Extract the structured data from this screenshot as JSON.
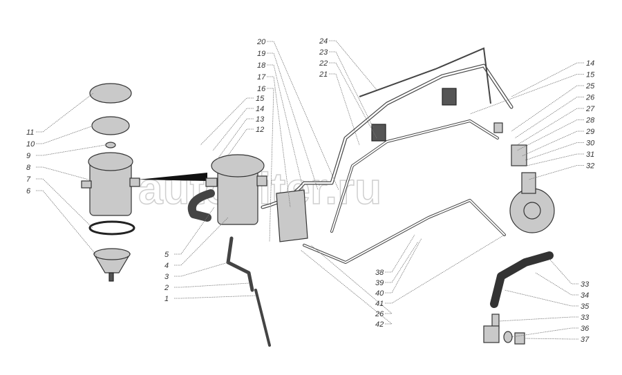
{
  "watermark": "autopiter.ru",
  "callouts": {
    "left": [
      "11",
      "10",
      "9",
      "8",
      "7",
      "6"
    ],
    "filter_top": [
      "15",
      "14",
      "13",
      "12"
    ],
    "filter_bottom": [
      "5",
      "4",
      "3",
      "2",
      "1"
    ],
    "upper_mid": [
      "20",
      "19",
      "18",
      "17",
      "16"
    ],
    "upper_right": [
      "24",
      "23",
      "22",
      "21"
    ],
    "right": [
      "14",
      "15",
      "25",
      "26",
      "27",
      "28",
      "29",
      "30",
      "31",
      "32"
    ],
    "bottom_mid": [
      "38",
      "39",
      "40",
      "41",
      "26",
      "42"
    ],
    "bottom_right": [
      "33",
      "34",
      "35",
      "33",
      "36",
      "37"
    ]
  }
}
